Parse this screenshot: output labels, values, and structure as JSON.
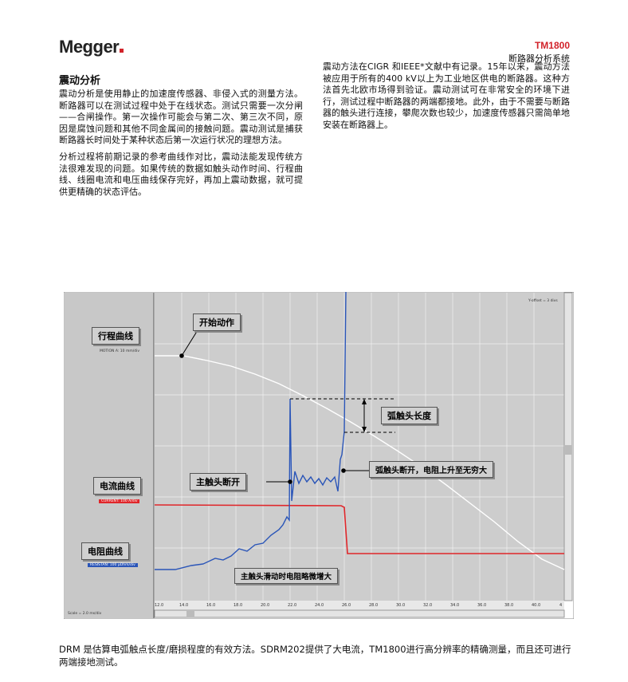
{
  "header": {
    "logo_text": "Megger",
    "model": "TM1800",
    "subtitle": "断路器分析系统"
  },
  "section": {
    "heading": "震动分析",
    "col1_p1": "震动分析是使用静止的加速度传感器、非侵入式的测量方法。断路器可以在测试过程中处于在线状态。测试只需要一次分闸——合闸操作。第一次操作可能会与第二次、第三次不同，原因是腐蚀问题和其他不同金属间的接触问题。震动测试是捕获断路器长时间处于某种状态后第一次运行状况的理想方法。",
    "col1_p2": "分析过程将前期记录的参考曲线作对比，震动法能发现传统方法很难发现的问题。如果传统的数据如触头动作时间、行程曲线、线圈电流和电压曲线保存完好，再加上震动数据，就可提供更精确的状态评估。",
    "col2_p1": "震动方法在CIGR 和IEEE*文献中有记录。15年以来，震动方法被应用于所有的400 kV以上为工业地区供电的断路器。这种方法首先北欧市场得到验证。震动测试可在非常安全的环境下进行，测试过程中断路器的两端都接地。此外，由于不需要与断路器的触头进行连接，攀爬次数也较少，加速度传感器只需简单地安装在断路器上。"
  },
  "figure": {
    "labels": {
      "travel_curve": "行程曲线",
      "start_motion": "开始动作",
      "arc_contact_length": "弧触头长度",
      "current_curve": "电流曲线",
      "main_contact_open": "主触头断开",
      "arc_contact_open": "弧触头断开，电阻上升至无穷大",
      "resistance_curve": "电阻曲线",
      "main_contact_slide": "主触头滑动时电阻略微增大"
    },
    "small_tags": {
      "motion": "MOTION A: 10 mm/div",
      "current": "CURRENT: 100 A/div",
      "resist": "RESISTAN: 100 µOhm/div",
      "yoffset": "Y-offset = 3 divs",
      "scale": "Scale = 2.0 ms/div"
    },
    "x_ticks": [
      "12.0",
      "14.0",
      "16.0",
      "18.0",
      "20.0",
      "22.0",
      "24.0",
      "26.0",
      "28.0",
      "30.0",
      "32.0",
      "34.0",
      "36.0",
      "38.0",
      "40.0",
      "4"
    ],
    "colors": {
      "travel": "#ffffff",
      "current": "#e0262a",
      "resistance": "#2a55b8",
      "plot_bg": "#c8c8c8"
    }
  },
  "caption": "DRM 是估算电弧触点长度/磨损程度的有效方法。SDRM202提供了大电流，TM1800进行高分辨率的精确测量，而且还可进行两端接地测试。"
}
